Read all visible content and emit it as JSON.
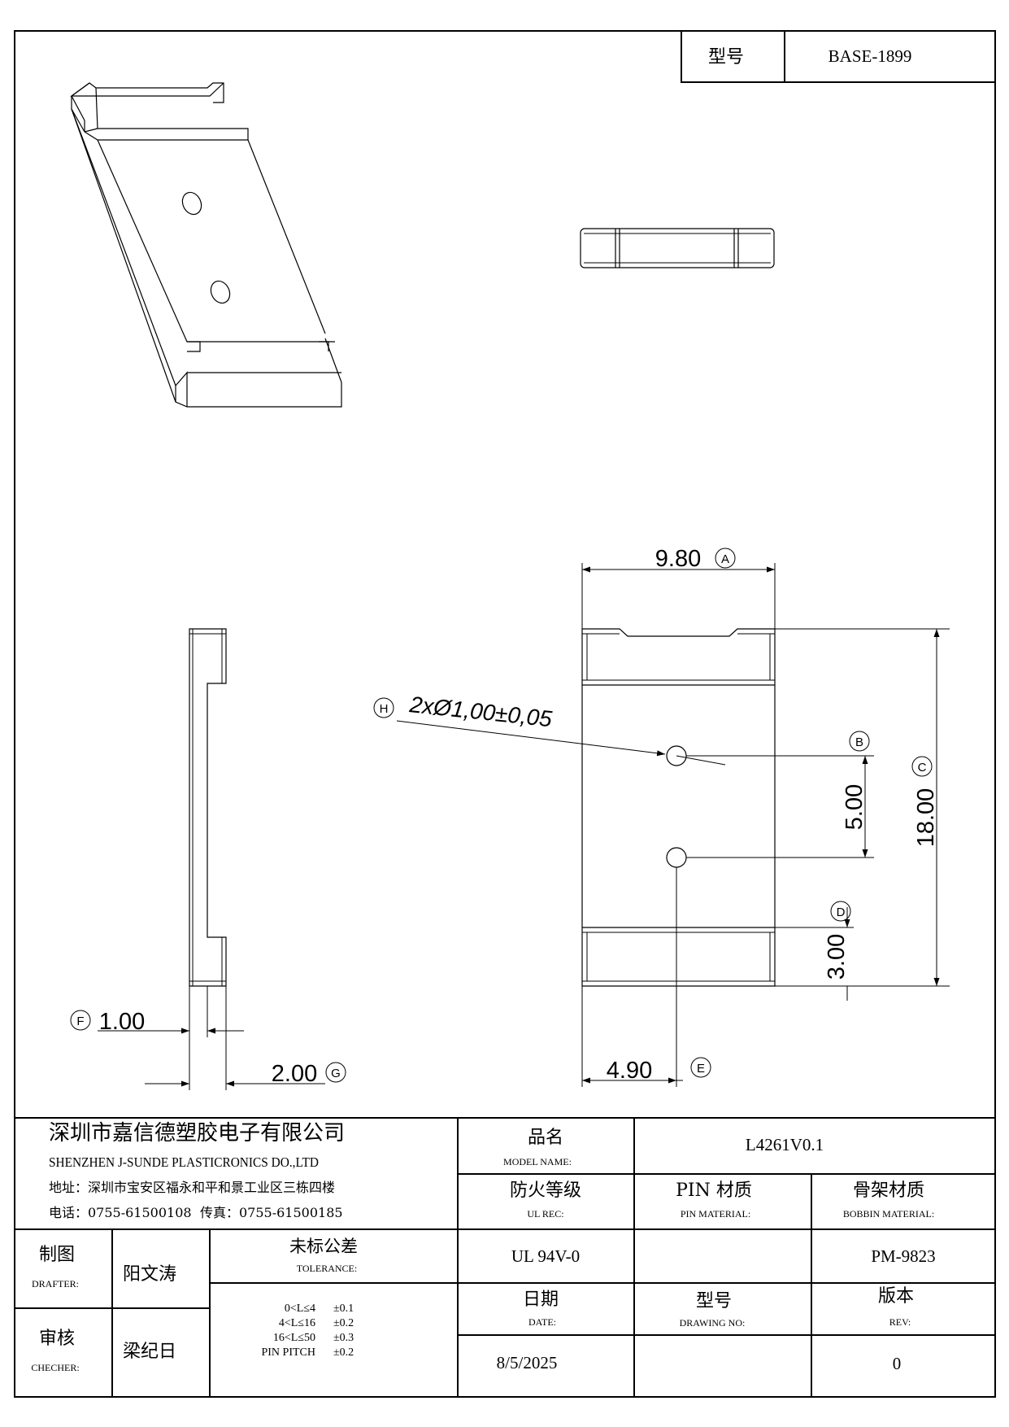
{
  "header": {
    "model_label": "型号",
    "model_value": "BASE-1899"
  },
  "dimensions": {
    "width": "9.80",
    "width_tag": "A",
    "hole_spacing": "5.00",
    "hole_spacing_tag": "B",
    "length": "18.00",
    "length_tag": "C",
    "flange": "3.00",
    "flange_tag": "D",
    "half_width": "4.90",
    "half_width_tag": "E",
    "thickness_thin": "1.00",
    "thickness_thin_tag": "F",
    "thickness_total": "2.00",
    "thickness_total_tag": "G",
    "hole_callout": "2xØ1,00±0,05",
    "hole_callout_tag": "H"
  },
  "title_block": {
    "company_cn": "深圳市嘉信德塑胶电子有限公司",
    "company_en": "SHENZHEN J-SUNDE PLASTICRONICS DO.,LTD",
    "address": "地址：深圳市宝安区福永和平和景工业区三栋四楼",
    "phone": "电话：0755-61500108",
    "fax": "传真：0755-61500185",
    "model_name_cn": "品名",
    "model_name_en": "MODEL NAME:",
    "model_name_value": "L4261V0.1",
    "fire_cn": "防火等级",
    "fire_en": "UL REC:",
    "pin_material_cn": "PIN 材质",
    "pin_material_en": "PIN MATERIAL:",
    "bobbin_material_cn": "骨架材质",
    "bobbin_material_en": "BOBBIN MATERIAL:",
    "ul_value": "UL 94V-0",
    "pin_material_value": "",
    "bobbin_material_value": "PM-9823",
    "drafter_cn": "制图",
    "drafter_en": "DRAFTER:",
    "drafter_name": "阳文涛",
    "checker_cn": "审核",
    "checker_en": "CHECHER:",
    "checker_name": "梁纪日",
    "tolerance_cn": "未标公差",
    "tolerance_en": "TOLERANCE:",
    "tolerance_rows": [
      {
        "range": "0<L≤4",
        "value": "±0.1"
      },
      {
        "range": "4<L≤16",
        "value": "±0.2"
      },
      {
        "range": "16<L≤50",
        "value": "±0.3"
      },
      {
        "range": "PIN PITCH",
        "value": "±0.2"
      }
    ],
    "date_cn": "日期",
    "date_en": "DATE:",
    "date_value": "8/5/2025",
    "drawing_no_cn": "型号",
    "drawing_no_en": "DRAWING NO:",
    "drawing_no_value": "",
    "rev_cn": "版本",
    "rev_en": "REV:",
    "rev_value": "0"
  }
}
